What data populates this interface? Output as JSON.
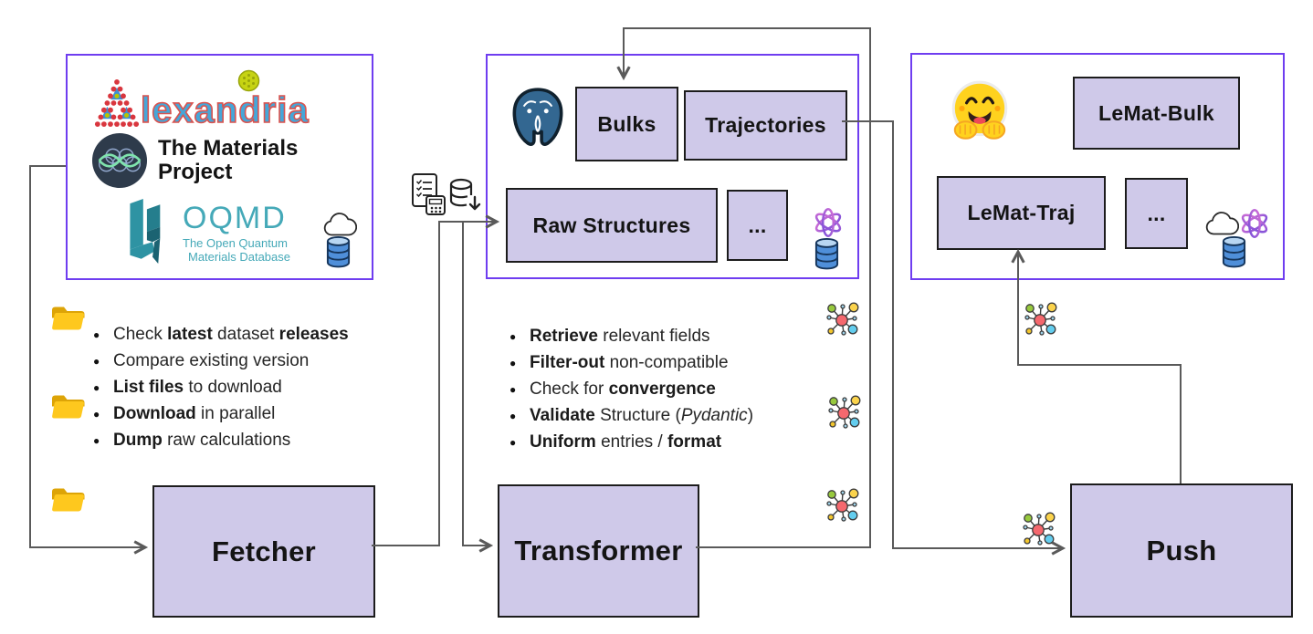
{
  "sources": {
    "alexandria_wordmark": "lexandria",
    "materials_project_line1": "The Materials",
    "materials_project_line2": "Project",
    "oqmd_acronym": "OQMD",
    "oqmd_subtitle_line1": "The Open Quantum",
    "oqmd_subtitle_line2": "Materials Database"
  },
  "db_panel": {
    "tables": {
      "bulks": "Bulks",
      "trajectories": "Trajectories",
      "raw_structures": "Raw Structures",
      "more": "..."
    }
  },
  "hf_panel": {
    "datasets": {
      "lemat_bulk": "LeMat-Bulk",
      "lemat_traj": "LeMat-Traj",
      "more": "..."
    }
  },
  "stages": {
    "fetcher": "Fetcher",
    "transformer": "Transformer",
    "push": "Push"
  },
  "fetcher_bullets": [
    [
      {
        "t": "Check "
      },
      {
        "t": "latest",
        "b": true
      },
      {
        "t": " dataset "
      },
      {
        "t": "releases",
        "b": true
      }
    ],
    [
      {
        "t": "Compare existing version"
      }
    ],
    [
      {
        "t": "List files",
        "b": true
      },
      {
        "t": " to download"
      }
    ],
    [
      {
        "t": "Download",
        "b": true
      },
      {
        "t": " in parallel"
      }
    ],
    [
      {
        "t": "Dump",
        "b": true
      },
      {
        "t": " raw calculations"
      }
    ]
  ],
  "transformer_bullets": [
    [
      {
        "t": "Retrieve",
        "b": true
      },
      {
        "t": " relevant fields"
      }
    ],
    [
      {
        "t": "Filter-out",
        "b": true
      },
      {
        "t": " non-compatible"
      }
    ],
    [
      {
        "t": "Check for "
      },
      {
        "t": "convergence",
        "b": true
      }
    ],
    [
      {
        "t": "Validate",
        "b": true
      },
      {
        "t": " Structure ("
      },
      {
        "t": "Pydantic",
        "i": true
      },
      {
        "t": ")"
      }
    ],
    [
      {
        "t": "Uniform",
        "b": true
      },
      {
        "t": " entries / "
      },
      {
        "t": "format",
        "b": true
      }
    ]
  ],
  "icons": {
    "sources_panel": [
      "alexandria-logo",
      "materials-project-logo",
      "oqmd-logo",
      "cloud-icon",
      "database-icon"
    ],
    "db_panel": [
      "postgresql-logo",
      "atom-icon",
      "database-icon"
    ],
    "hf_panel": [
      "huggingface-logo",
      "cloud-icon",
      "atom-icon",
      "database-icon"
    ],
    "connectors": [
      "folder-icon",
      "documents-calculator-icon",
      "database-download-icon",
      "molecule-icon"
    ]
  },
  "colors": {
    "panel_border": "#6f3df0",
    "node_fill": "#cfc9e9",
    "node_border": "#1c1c1c",
    "connector_gray": "#5a5a5a",
    "folder_yellow": "#fec81e",
    "huggingface_yellow": "#ffd21e",
    "postgres_blue": "#336791",
    "oqmd_teal": "#45a9b8",
    "alexandria_blue": "#45a7d9",
    "alexandria_red": "#d9534f",
    "database_blue": "#4f8fd9",
    "atom_purple": "#9a4fd8",
    "molecule_red": "#f5686e"
  }
}
